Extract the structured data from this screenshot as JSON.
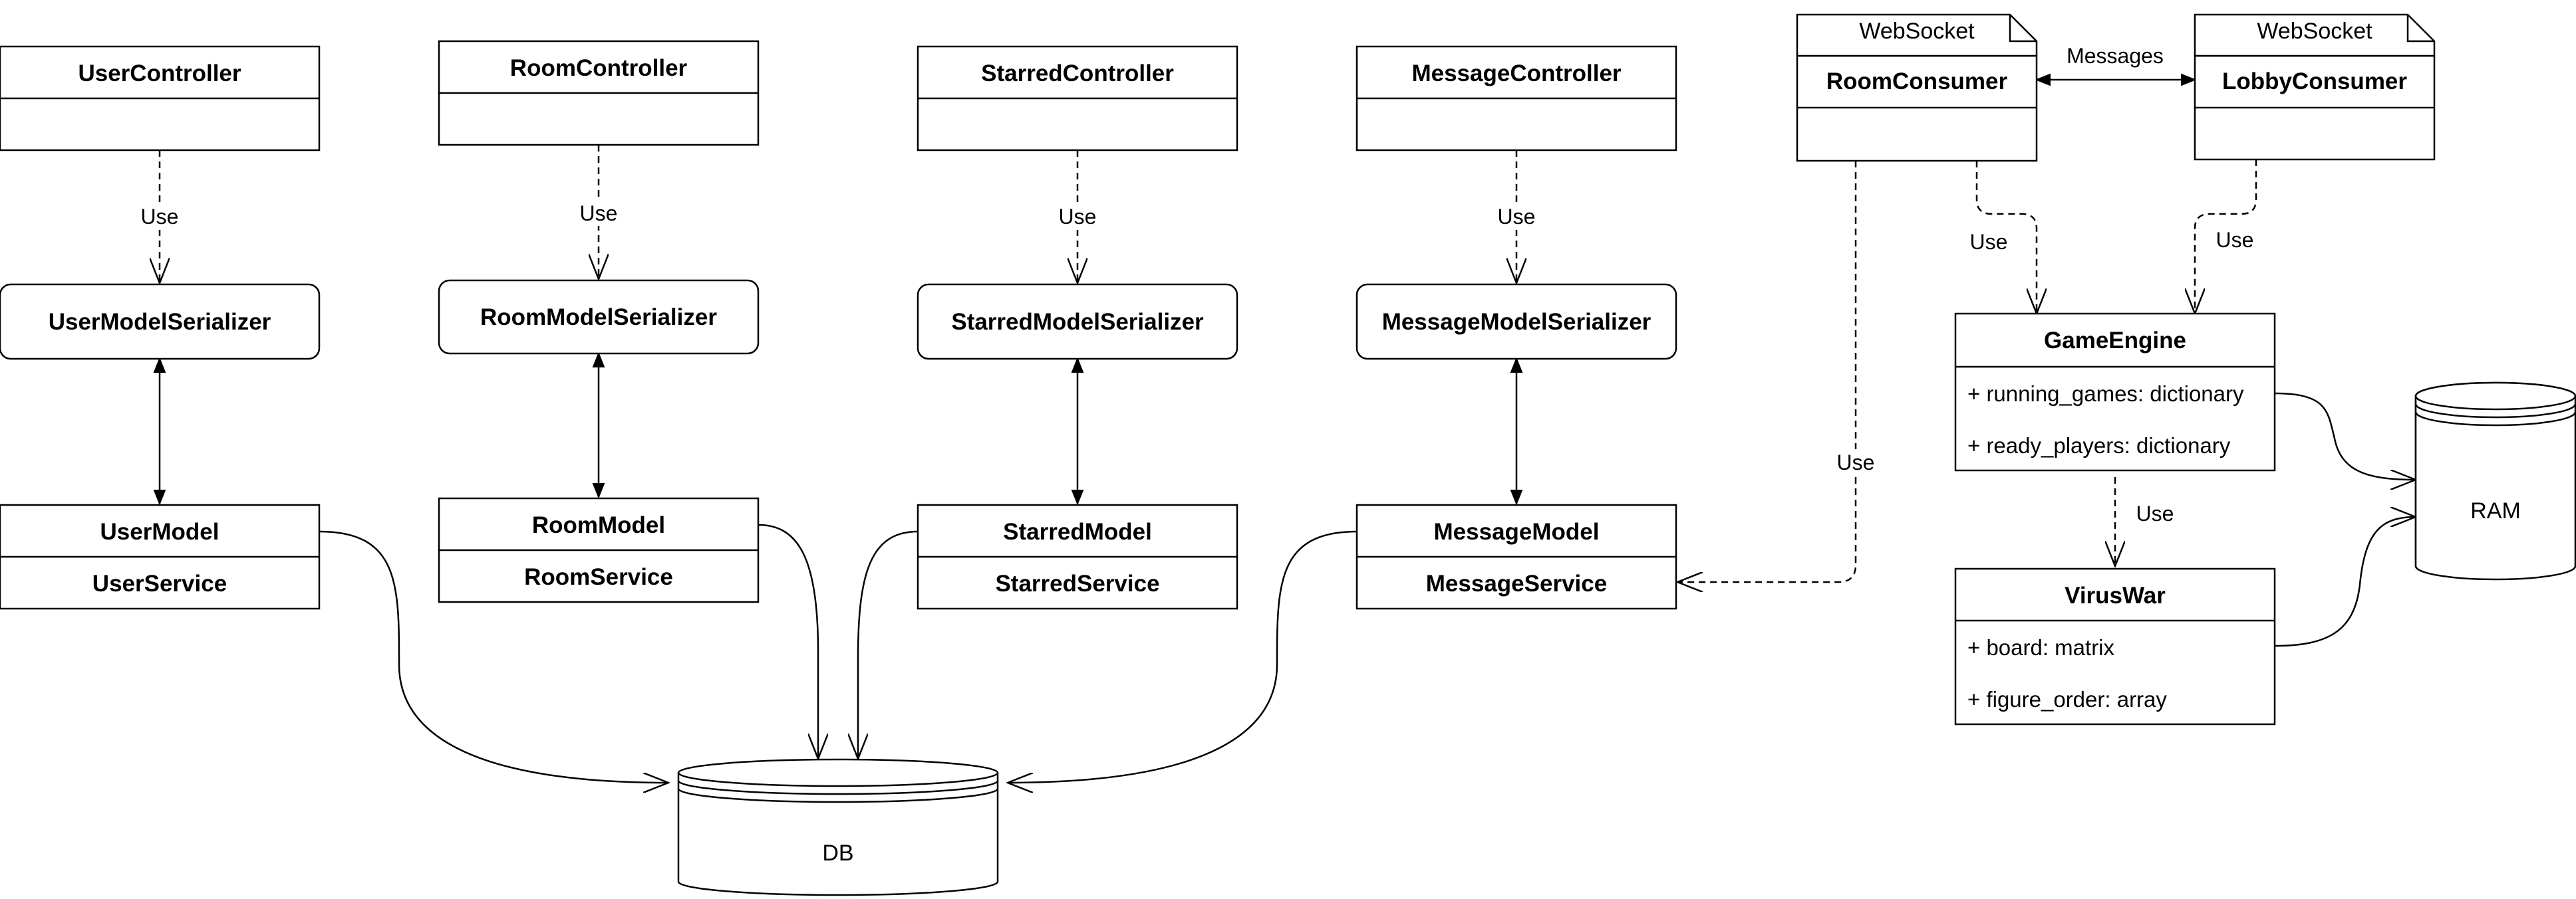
{
  "controllers": {
    "user": "UserController",
    "room": "RoomController",
    "starred": "StarredController",
    "message": "MessageController"
  },
  "serializers": {
    "user": "UserModelSerializer",
    "room": "RoomModelSerializer",
    "starred": "StarredModelSerializer",
    "message": "MessageModelSerializer"
  },
  "models": {
    "user": {
      "model": "UserModel",
      "service": "UserService"
    },
    "room": {
      "model": "RoomModel",
      "service": "RoomService"
    },
    "starred": {
      "model": "StarredModel",
      "service": "StarredService"
    },
    "message": {
      "model": "MessageModel",
      "service": "MessageService"
    }
  },
  "consumers": {
    "room": {
      "tag": "WebSocket",
      "name": "RoomConsumer"
    },
    "lobby": {
      "tag": "WebSocket",
      "name": "LobbyConsumer"
    },
    "messages_label": "Messages"
  },
  "game_engine": {
    "name": "GameEngine",
    "fields": [
      "+ running_games: dictionary",
      "+ ready_players: dictionary"
    ]
  },
  "virus_war": {
    "name": "VirusWar",
    "fields": [
      "+ board: matrix",
      "+ figure_order: array"
    ]
  },
  "storage": {
    "db": "DB",
    "ram": "RAM"
  },
  "edge_labels": {
    "use": "Use"
  }
}
